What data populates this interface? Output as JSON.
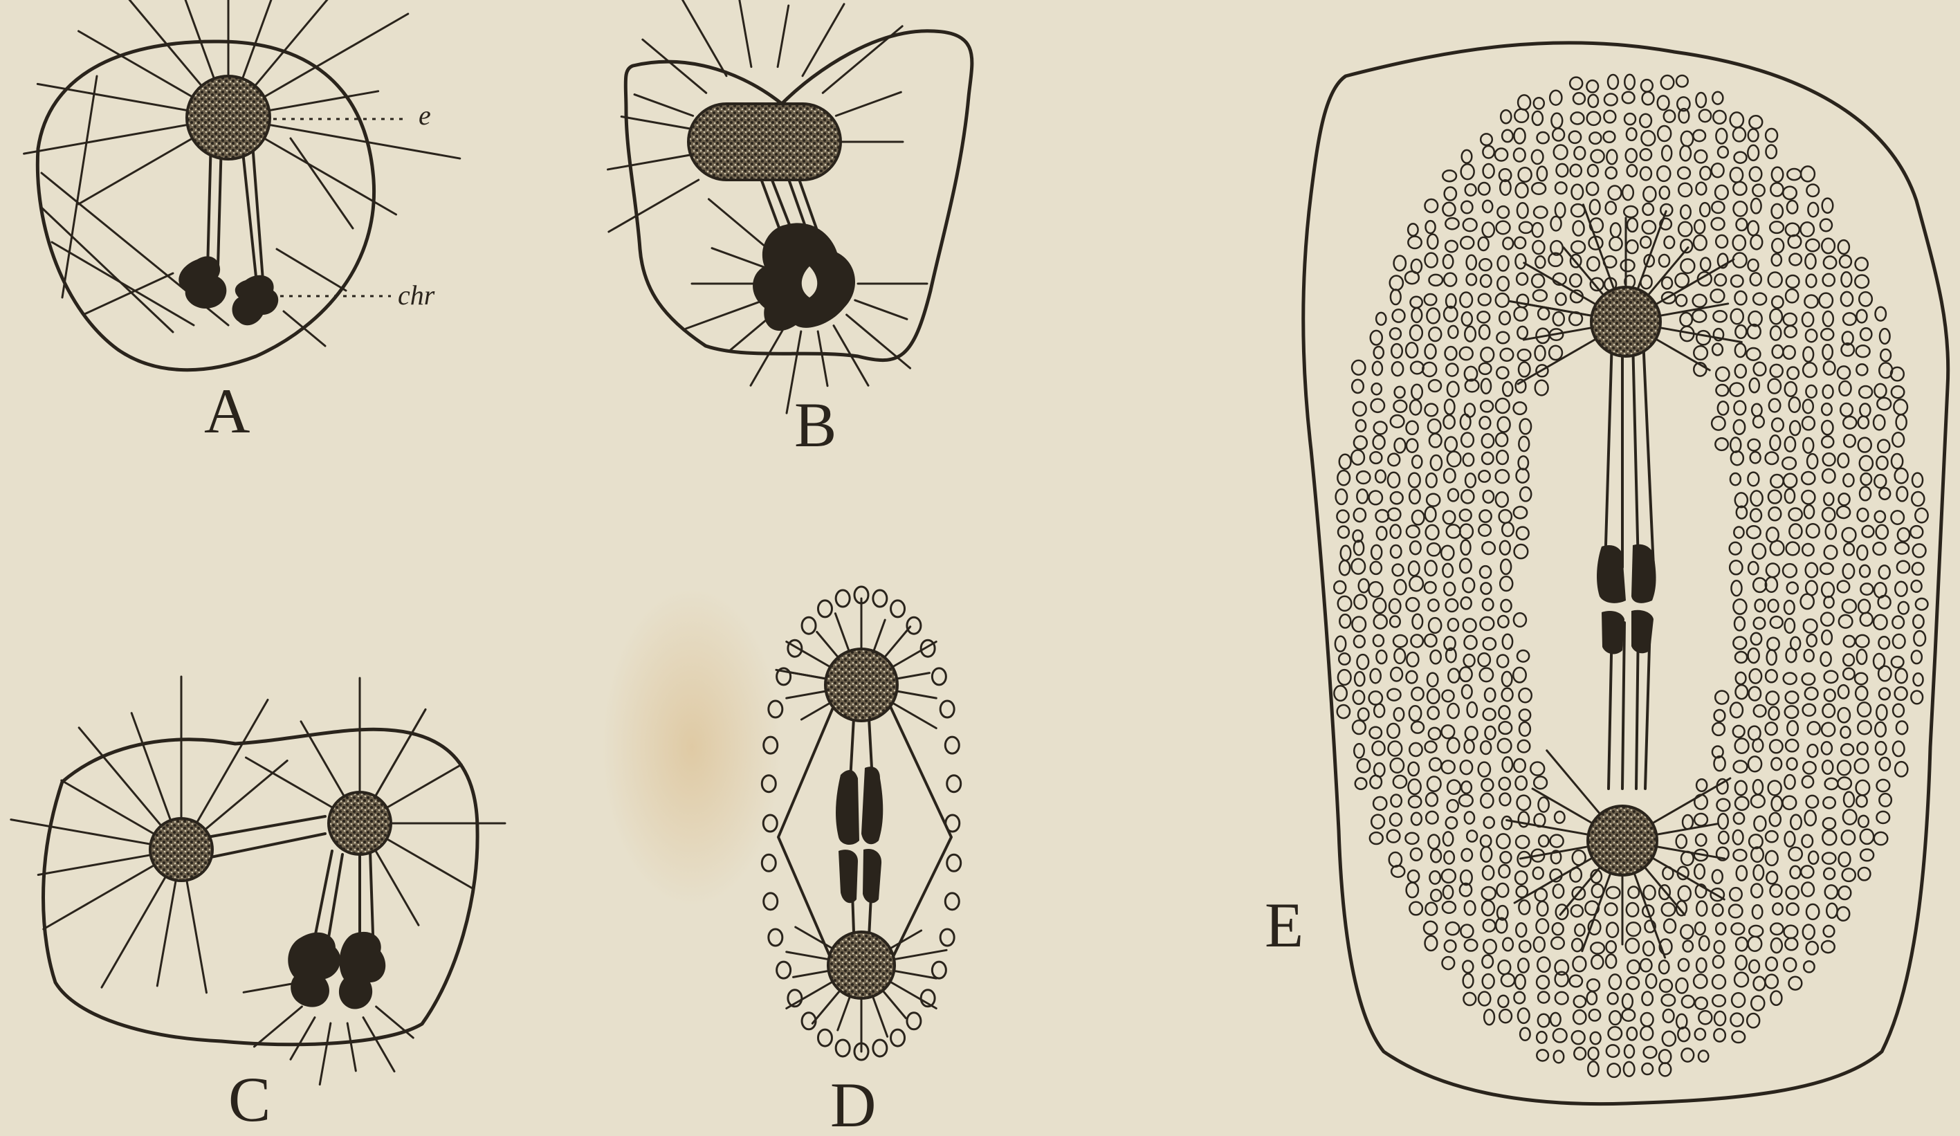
{
  "figure": {
    "panels": [
      {
        "id": "A",
        "label": "A",
        "annotations": [
          {
            "id": "e",
            "text": "e"
          },
          {
            "id": "chr",
            "text": "chr"
          }
        ]
      },
      {
        "id": "B",
        "label": "B"
      },
      {
        "id": "C",
        "label": "C"
      },
      {
        "id": "D",
        "label": "D"
      },
      {
        "id": "E",
        "label": "E"
      }
    ]
  }
}
